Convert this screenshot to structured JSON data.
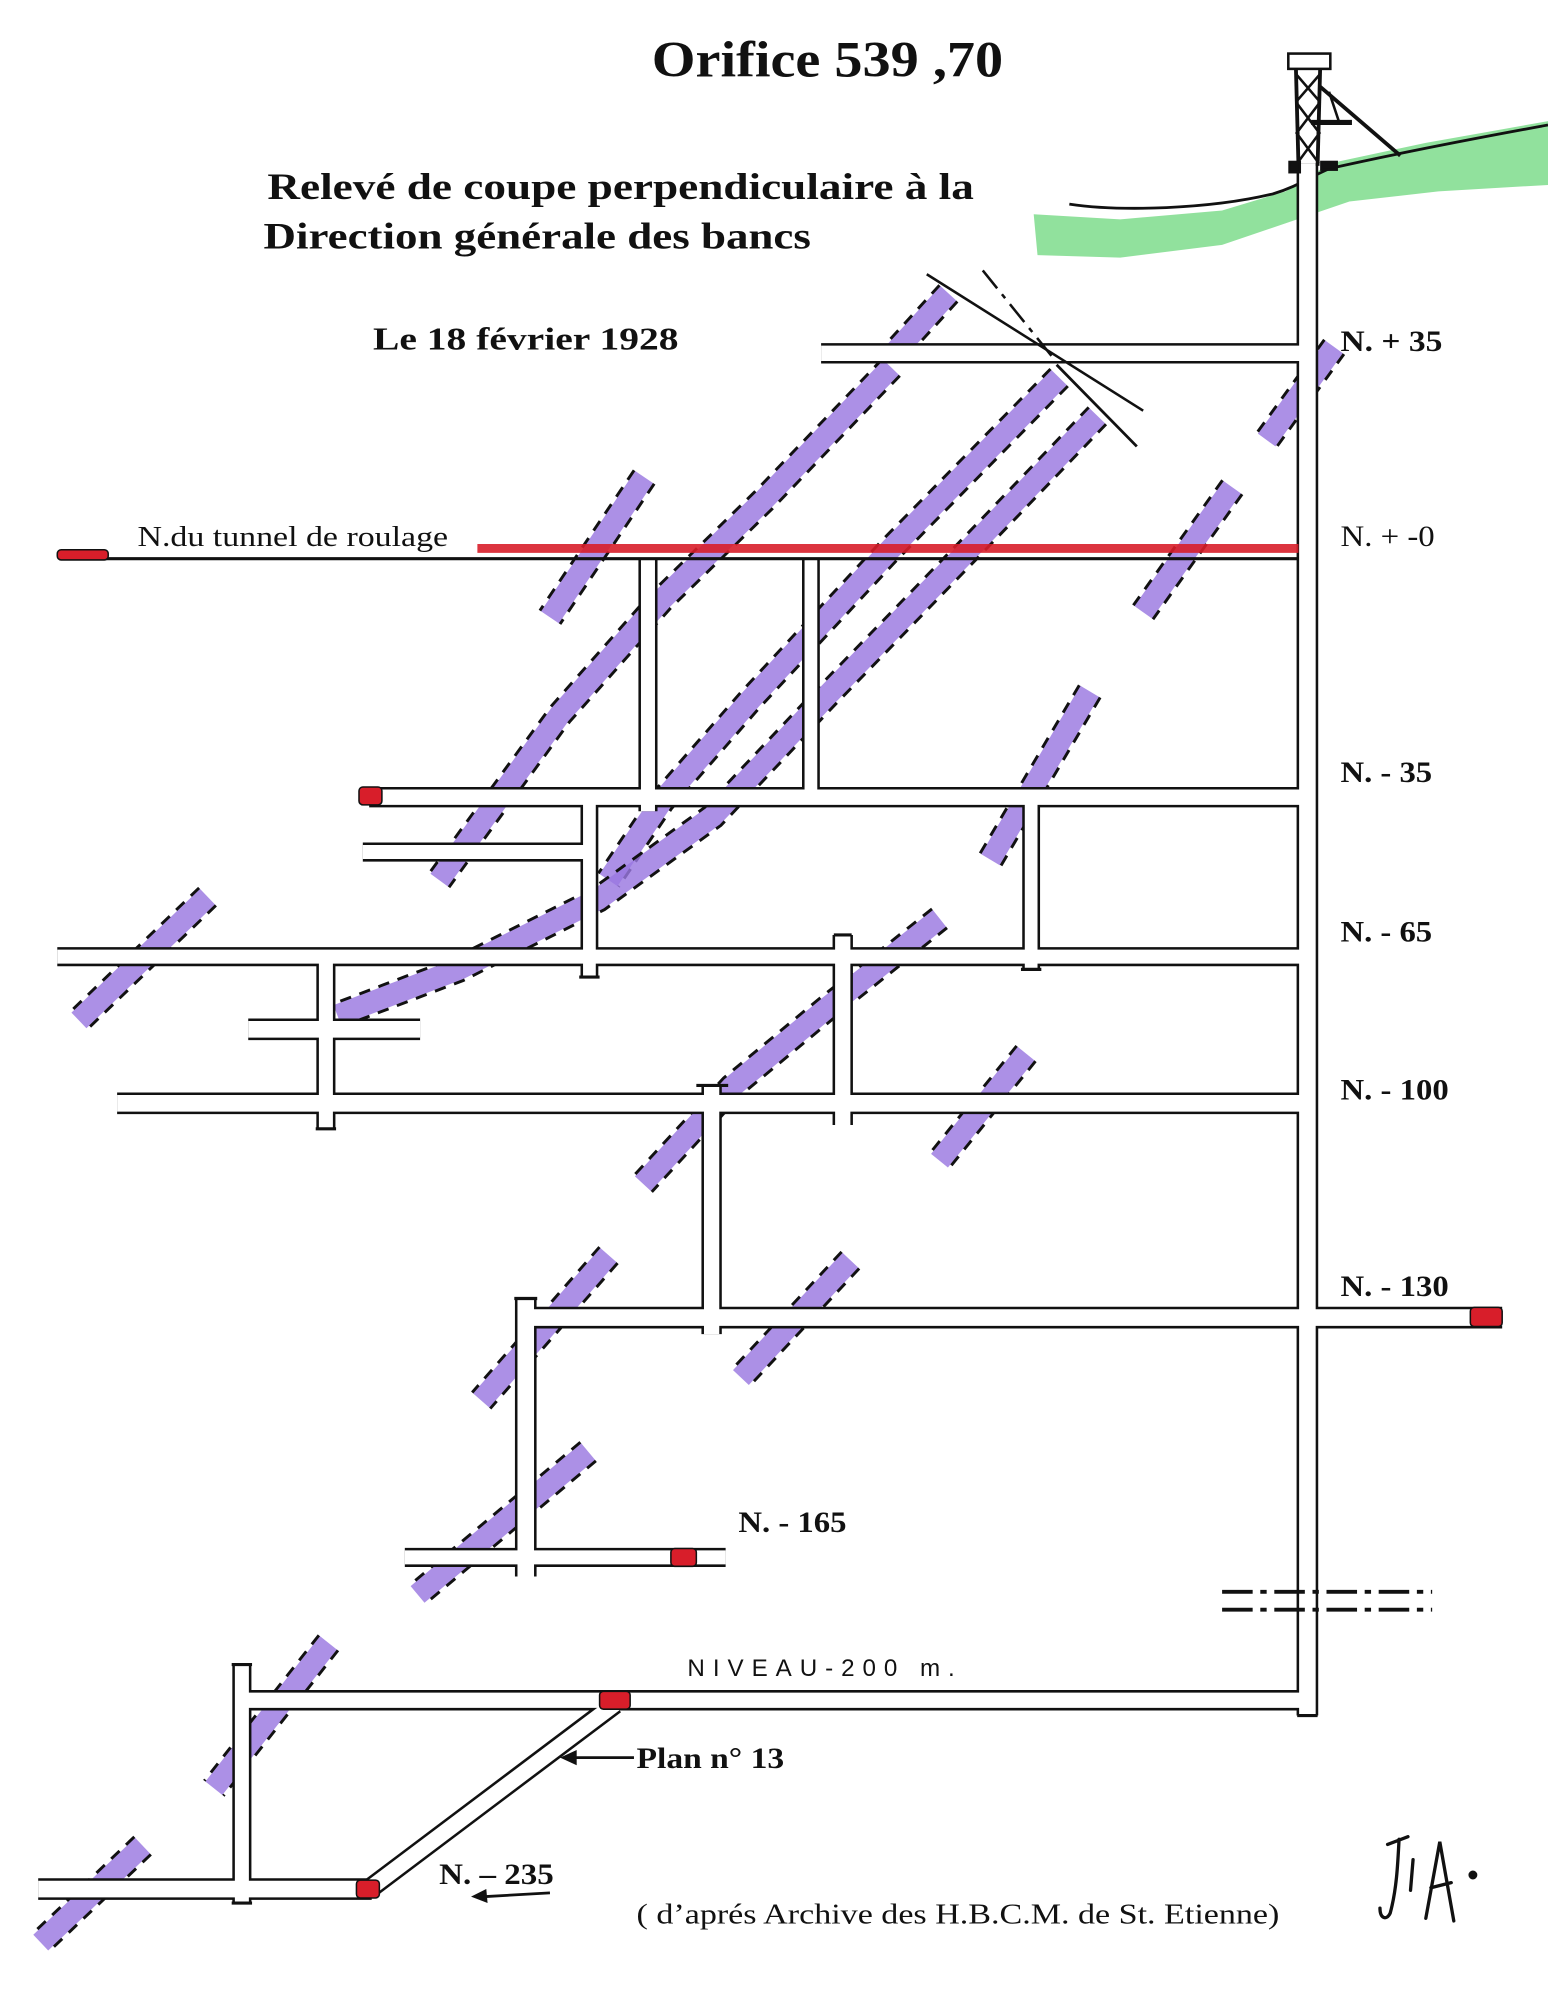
{
  "title": "Orifice 539 ,70",
  "subtitle": [
    "Relevé de coupe perpendiculaire à la",
    "Direction générale des bancs"
  ],
  "date": "Le 18 février 1928",
  "tunnel_label": "N.du tunnel de roulage",
  "levels": {
    "n_plus_35": "N. + 35",
    "n_plus_0": "N. + -0",
    "n_minus_35": "N. - 35",
    "n_minus_65": "N. - 65",
    "n_minus_100": "N. - 100",
    "n_minus_130": "N. - 130",
    "n_minus_165": "N. - 165",
    "niveau_200": "NIVEAU-200 m.",
    "n_minus_235": "N. – 235"
  },
  "plan_label": "Plan n° 13",
  "source_note": "( d’aprés Archive des H.B.C.M. de St. Etienne)",
  "signature": "J.A.",
  "colors": {
    "seam": "#9a78e0",
    "ground": "#7edc8c",
    "face_mark": "#d81e2a",
    "ink": "#111111"
  }
}
